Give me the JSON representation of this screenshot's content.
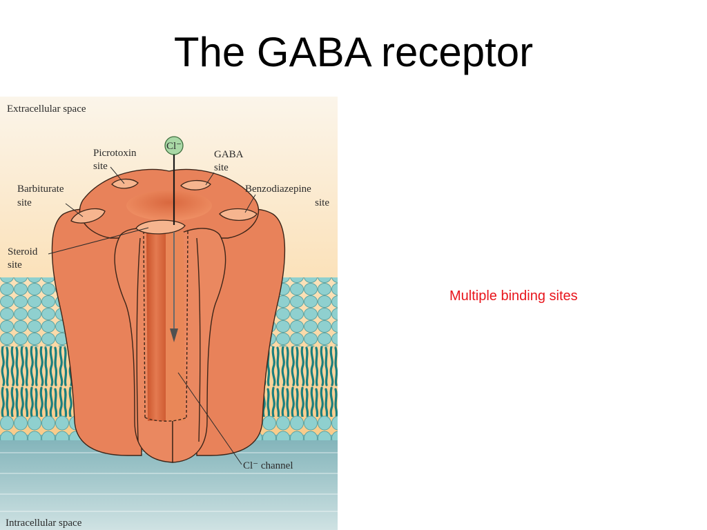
{
  "slide": {
    "title": "The GABA receptor",
    "caption": "Multiple binding sites"
  },
  "figure": {
    "labels": {
      "extracellular": "Extracellular space",
      "intracellular": "Intracellular space",
      "chloride_ion": "Cl⁻",
      "picrotoxin_line1": "Picrotoxin",
      "picrotoxin_line2": "site",
      "gaba_line1": "GABA",
      "gaba_line2": "site",
      "barbiturate_line1": "Barbiturate",
      "barbiturate_line2": "site",
      "benzodiazepine_line1": "Benzodiazepine",
      "benzodiazepine_line2": "site",
      "steroid_line1": "Steroid",
      "steroid_line2": "site",
      "channel": "Cl⁻ channel"
    },
    "colors": {
      "receptor": "#e8825a",
      "receptor_dark": "#c9532a",
      "lipid_head": "#8ecfcf",
      "lipid_tail": "#1a7d7d",
      "caption": "#e8141b"
    }
  }
}
